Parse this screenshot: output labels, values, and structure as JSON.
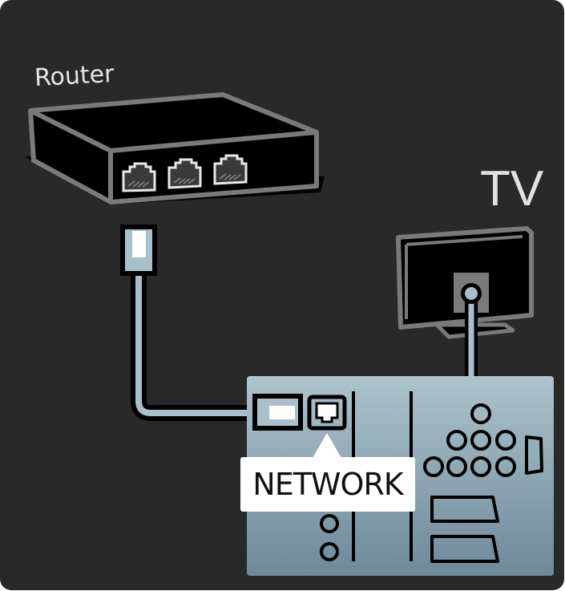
{
  "diagram": {
    "title": "Router to TV network connection",
    "labels": {
      "router": "Router",
      "tv": "TV",
      "network_port": "NETWORK"
    },
    "devices": [
      {
        "name": "router",
        "ethernet_ports": 3
      },
      {
        "name": "tv",
        "view": "rear"
      },
      {
        "name": "tv-connection-panel",
        "highlighted_port": "NETWORK"
      }
    ],
    "connections": [
      {
        "from": "router",
        "to": "tv-connection-panel",
        "port": "NETWORK",
        "cable": "ethernet"
      }
    ],
    "colors": {
      "background": "#292929",
      "device_outline": "#7a7a7a",
      "device_body": "#000000",
      "cable": "#a9bfc9",
      "panel_top": "#adc3cd",
      "panel_bottom": "#6e8c9b",
      "label_text": "#e6e6e6",
      "callout": "#ffffff"
    }
  }
}
